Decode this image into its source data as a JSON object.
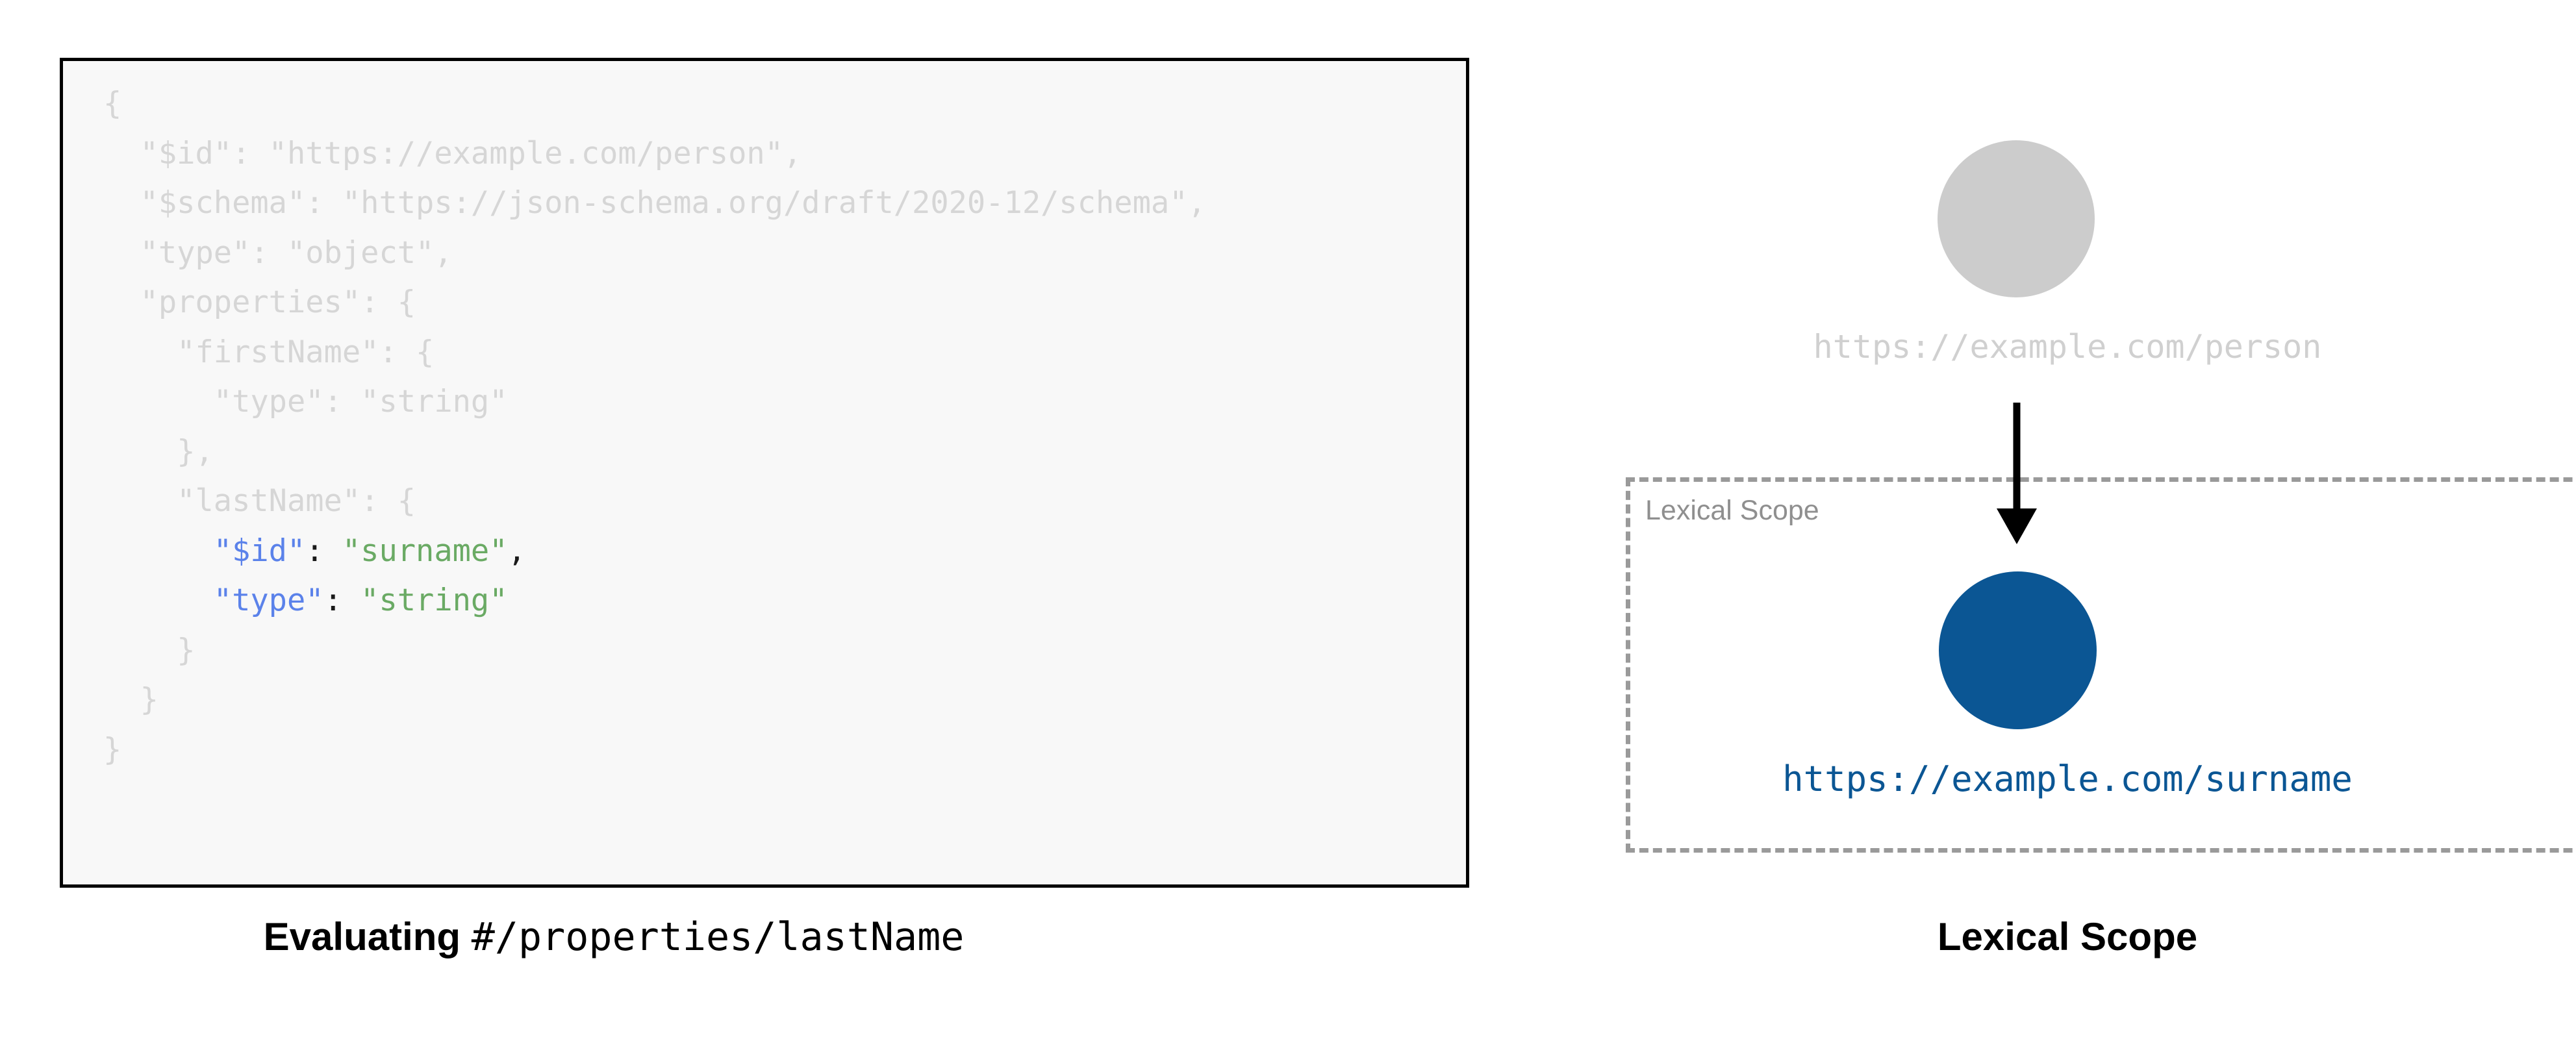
{
  "left_panel": {
    "code_block": {
      "language": "json",
      "lines": [
        {
          "indent": 0,
          "tokens": [
            {
              "text": "{",
              "style": "dim"
            }
          ]
        },
        {
          "indent": 1,
          "tokens": [
            {
              "text": "\"$id\": \"https://example.com/person\",",
              "style": "dim"
            }
          ]
        },
        {
          "indent": 1,
          "tokens": [
            {
              "text": "\"$schema\": \"https://json-schema.org/draft/2020-12/schema\",",
              "style": "dim"
            }
          ]
        },
        {
          "indent": 1,
          "tokens": [
            {
              "text": "\"type\": \"object\",",
              "style": "dim"
            }
          ]
        },
        {
          "indent": 1,
          "tokens": [
            {
              "text": "\"properties\": {",
              "style": "dim"
            }
          ]
        },
        {
          "indent": 2,
          "tokens": [
            {
              "text": "\"firstName\": {",
              "style": "dim"
            }
          ]
        },
        {
          "indent": 3,
          "tokens": [
            {
              "text": "\"type\": \"string\"",
              "style": "dim"
            }
          ]
        },
        {
          "indent": 2,
          "tokens": [
            {
              "text": "},",
              "style": "dim"
            }
          ]
        },
        {
          "indent": 2,
          "tokens": [
            {
              "text": "\"lastName\": {",
              "style": "dim"
            }
          ]
        },
        {
          "indent": 3,
          "tokens": [
            {
              "text": "\"$id\"",
              "style": "key"
            },
            {
              "text": ": ",
              "style": "punct"
            },
            {
              "text": "\"surname\"",
              "style": "str"
            },
            {
              "text": ",",
              "style": "punct"
            }
          ]
        },
        {
          "indent": 3,
          "tokens": [
            {
              "text": "\"type\"",
              "style": "key"
            },
            {
              "text": ": ",
              "style": "punct"
            },
            {
              "text": "\"string\"",
              "style": "str"
            }
          ]
        },
        {
          "indent": 2,
          "tokens": [
            {
              "text": "}",
              "style": "dim"
            }
          ]
        },
        {
          "indent": 1,
          "tokens": [
            {
              "text": "}",
              "style": "dim"
            }
          ]
        },
        {
          "indent": 0,
          "tokens": [
            {
              "text": "}",
              "style": "dim"
            }
          ]
        }
      ]
    },
    "caption": {
      "bold_text": "Evaluating ",
      "mono_text": "#/properties/lastName"
    }
  },
  "right_panel": {
    "outer_node": {
      "label": "https://example.com/person",
      "circle_color": "#cccccc",
      "label_color": "#d0d0d0",
      "icon": "schema-resource-circle"
    },
    "arrow": {
      "direction": "down",
      "color": "#000000",
      "icon": "down-arrow-icon"
    },
    "scope_box": {
      "label": "Lexical Scope",
      "border_color": "#9a9a9a",
      "border_style": "dashed"
    },
    "inner_node": {
      "label": "https://example.com/surname",
      "circle_color": "#0b5694",
      "label_color": "#0b5694",
      "icon": "schema-resource-circle"
    },
    "caption": "Lexical Scope"
  },
  "theme": {
    "page_background": "#ffffff",
    "code_background": "#f8f8f8",
    "code_border": "#000000",
    "dim_text": "#d6d6d6",
    "key_blue": "#5b82ea",
    "string_green": "#6aaa64",
    "punct_black": "#1a1a1a",
    "accent_blue": "#0b5694",
    "muted_grey": "#cccccc"
  }
}
